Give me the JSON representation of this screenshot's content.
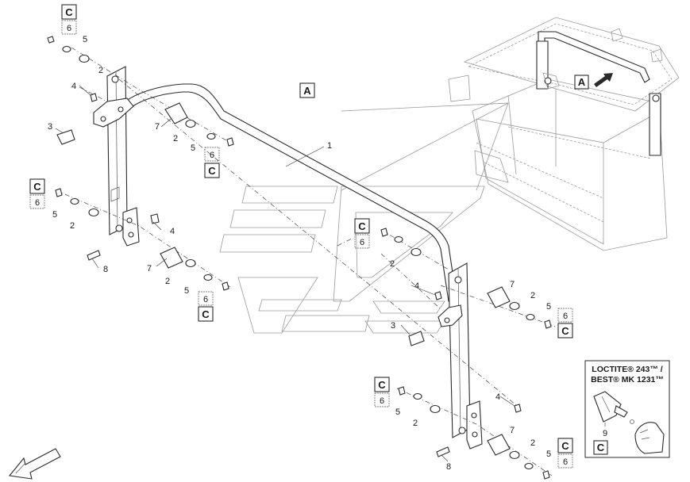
{
  "callouts": {
    "bar": "1",
    "bushing": "2",
    "knob": "3",
    "nut": "4",
    "washer": "5",
    "screw": "6",
    "spacer": "7",
    "bolt": "8",
    "adhesive": "9"
  },
  "labels": {
    "view_a": "A",
    "view_c": "C"
  },
  "loctite": {
    "line1": "LOCTITE® 243™ /",
    "line2": "BEST® MK 1231™",
    "item": "9",
    "badge": "C"
  },
  "colors": {
    "line": "#2a2a2a",
    "ghost": "#9a9a9a"
  }
}
